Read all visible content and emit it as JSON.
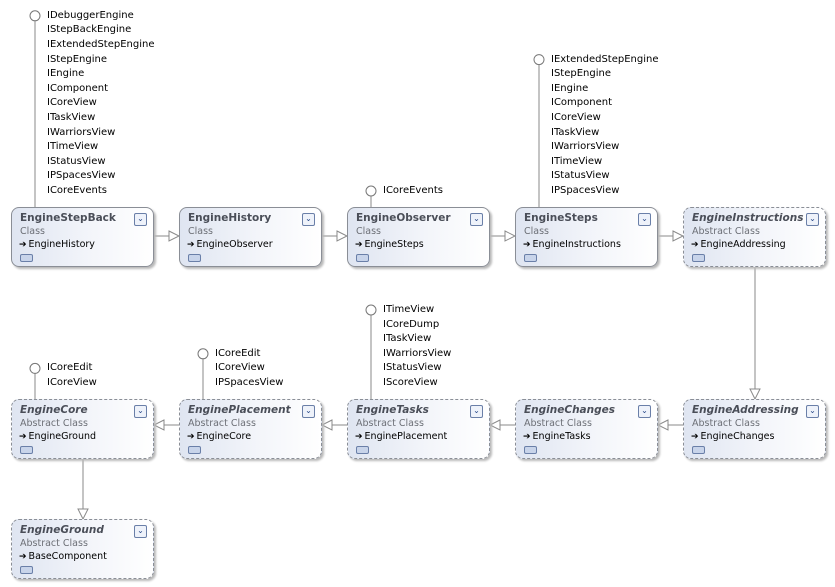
{
  "classes": [
    {
      "name": "EngineStepBack",
      "kind": "Class",
      "base": "EngineHistory",
      "abstract": false,
      "interfaces": [
        "IDebuggerEngine",
        "IStepBackEngine",
        "IExtendedStepEngine",
        "IStepEngine",
        "IEngine",
        "IComponent",
        "ICoreView",
        "ITaskView",
        "IWarriorsView",
        "ITimeView",
        "IStatusView",
        "IPSpacesView",
        "ICoreEvents"
      ]
    },
    {
      "name": "EngineHistory",
      "kind": "Class",
      "base": "EngineObserver",
      "abstract": false,
      "interfaces": []
    },
    {
      "name": "EngineObserver",
      "kind": "Class",
      "base": "EngineSteps",
      "abstract": false,
      "interfaces": [
        "ICoreEvents"
      ]
    },
    {
      "name": "EngineSteps",
      "kind": "Class",
      "base": "EngineInstructions",
      "abstract": false,
      "interfaces": [
        "IExtendedStepEngine",
        "IStepEngine",
        "IEngine",
        "IComponent",
        "ICoreView",
        "ITaskView",
        "IWarriorsView",
        "ITimeView",
        "IStatusView",
        "IPSpacesView"
      ]
    },
    {
      "name": "EngineInstructions",
      "kind": "Abstract Class",
      "base": "EngineAddressing",
      "abstract": true,
      "interfaces": []
    },
    {
      "name": "EngineAddressing",
      "kind": "Abstract Class",
      "base": "EngineChanges",
      "abstract": true,
      "interfaces": []
    },
    {
      "name": "EngineChanges",
      "kind": "Abstract Class",
      "base": "EngineTasks",
      "abstract": true,
      "interfaces": []
    },
    {
      "name": "EngineTasks",
      "kind": "Abstract Class",
      "base": "EnginePlacement",
      "abstract": true,
      "interfaces": [
        "ITimeView",
        "ICoreDump",
        "ITaskView",
        "IWarriorsView",
        "IStatusView",
        "IScoreView"
      ]
    },
    {
      "name": "EnginePlacement",
      "kind": "Abstract Class",
      "base": "EngineCore",
      "abstract": true,
      "interfaces": [
        "ICoreEdit",
        "ICoreView",
        "IPSpacesView"
      ]
    },
    {
      "name": "EngineCore",
      "kind": "Abstract Class",
      "base": "EngineGround",
      "abstract": true,
      "interfaces": [
        "ICoreEdit",
        "ICoreView"
      ]
    },
    {
      "name": "EngineGround",
      "kind": "Abstract Class",
      "base": "BaseComponent",
      "abstract": true,
      "interfaces": []
    }
  ],
  "icons": {
    "collapse": "double-chevron-down-icon",
    "inherit": "inheritance-arrow-icon",
    "members": "members-toggle-icon",
    "lollipop": "interface-lollipop-icon"
  },
  "colors": {
    "border": "#8a8e96",
    "line": "#8a8a8a"
  }
}
